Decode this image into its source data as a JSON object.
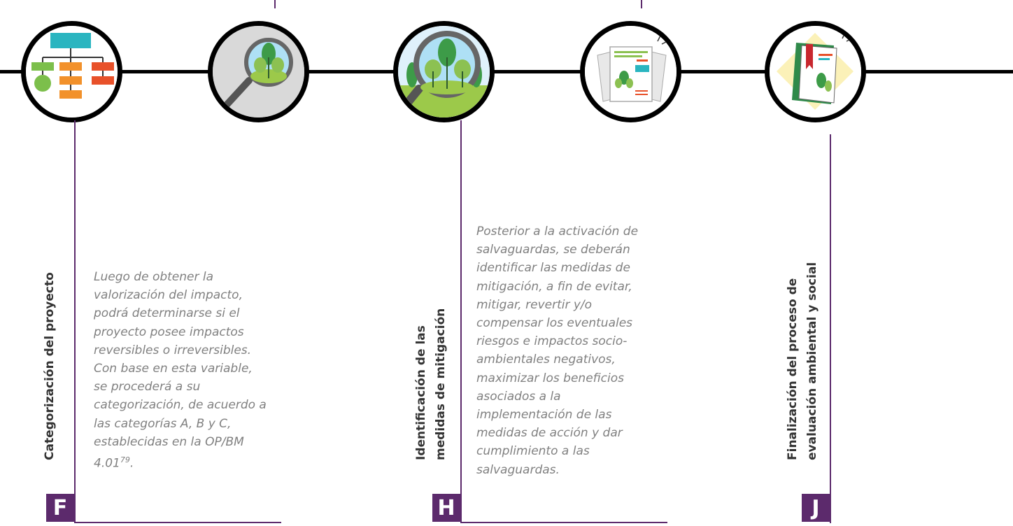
{
  "colors": {
    "accent": "#5c2a6c",
    "line": "#000000",
    "text": "#808080"
  },
  "steps": {
    "f": {
      "letter": "F",
      "title": "Categorización del proyecto",
      "description": "Luego de obtener la valorización del impacto, podrá determinarse si el proyecto posee impactos reversibles o irreversibles. Con base en esta variable, se procederá a su categorización, de acuerdo a las categorías A, B y C, establecidas en la OP/BM 4.01",
      "footnote": "79",
      "description_end": ".",
      "icon": "org-chart-icon"
    },
    "g": {
      "icon": "magnifier-trees-icon"
    },
    "h": {
      "letter": "H",
      "title_line1": "Identificación de las",
      "title_line2": "medidas de mitigación",
      "description": "Posterior a la activación de salvaguardas, se deberán identificar las medidas de mitigación, a fin de evitar, mitigar, revertir y/o compensar los eventuales riesgos e impactos socio-ambientales negativos, maximizar los beneficios asociados a la implementación de las medidas de acción y dar cumplimiento a las salvaguardas.",
      "icon": "magnifier-forest-icon"
    },
    "i": {
      "icon": "documents-icon"
    },
    "j": {
      "letter": "J",
      "title_line1": "Finalización del proceso de",
      "title_line2": "evaluación ambiental y social",
      "icon": "report-book-icon"
    }
  }
}
